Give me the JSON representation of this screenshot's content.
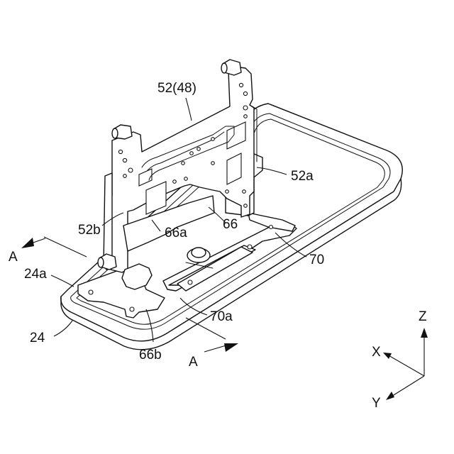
{
  "labels": {
    "l_52_48": "52(48)",
    "l_52a": "52a",
    "l_52b": "52b",
    "l_66a": "66a",
    "l_66": "66",
    "l_70": "70",
    "l_70a": "70a",
    "l_66b": "66b",
    "l_24a": "24a",
    "l_24": "24",
    "l_a_left": "A",
    "l_a_bottom": "A"
  },
  "axes": {
    "z": "Z",
    "x": "X",
    "y": "Y"
  }
}
